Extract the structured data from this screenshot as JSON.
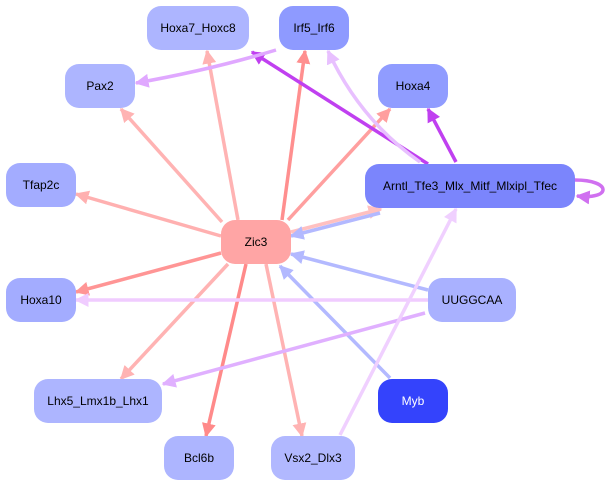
{
  "graph": {
    "type": "directed-network",
    "nodes": [
      {
        "id": "Zic3",
        "label": "Zic3",
        "fill": "#ffa5a5",
        "text_color": "#000000"
      },
      {
        "id": "Hoxa7_Hoxc8",
        "label": "Hoxa7_Hoxc8",
        "fill": "#adb5ff",
        "text_color": "#000000"
      },
      {
        "id": "Irf5_Irf6",
        "label": "Irf5_Irf6",
        "fill": "#8e9aff",
        "text_color": "#000000"
      },
      {
        "id": "Pax2",
        "label": "Pax2",
        "fill": "#adb5ff",
        "text_color": "#000000"
      },
      {
        "id": "Hoxa4",
        "label": "Hoxa4",
        "fill": "#909cff",
        "text_color": "#000000"
      },
      {
        "id": "Tfap2c",
        "label": "Tfap2c",
        "fill": "#a3acff",
        "text_color": "#000000"
      },
      {
        "id": "Arntl_Tfe3_Mlx_Mitf_Mlxipl_Tfec",
        "label": "Arntl_Tfe3_Mlx_Mitf_Mlxipl_Tfec",
        "fill": "#7b85fc",
        "text_color": "#000000"
      },
      {
        "id": "Hoxa10",
        "label": "Hoxa10",
        "fill": "#a3acff",
        "text_color": "#000000"
      },
      {
        "id": "UUGGCAA",
        "label": "UUGGCAA",
        "fill": "#a9b1ff",
        "text_color": "#000000"
      },
      {
        "id": "Lhx5_Lmx1b_Lhx1",
        "label": "Lhx5_Lmx1b_Lhx1",
        "fill": "#adb5ff",
        "text_color": "#000000"
      },
      {
        "id": "Myb",
        "label": "Myb",
        "fill": "#3443fc",
        "text_color": "#ffffff"
      },
      {
        "id": "Bcl6b",
        "label": "Bcl6b",
        "fill": "#adb5ff",
        "text_color": "#000000"
      },
      {
        "id": "Vsx2_Dlx3",
        "label": "Vsx2_Dlx3",
        "fill": "#b1b8ff",
        "text_color": "#000000"
      }
    ],
    "edges": [
      {
        "from": "Zic3",
        "to": "Hoxa7_Hoxc8",
        "color": "#ffb3b3"
      },
      {
        "from": "Zic3",
        "to": "Irf5_Irf6",
        "color": "#ff8f8f"
      },
      {
        "from": "Zic3",
        "to": "Pax2",
        "color": "#ffb3b3"
      },
      {
        "from": "Zic3",
        "to": "Hoxa4",
        "color": "#ff9f9f"
      },
      {
        "from": "Zic3",
        "to": "Tfap2c",
        "color": "#ffb0b0"
      },
      {
        "from": "Zic3",
        "to": "Arntl_Tfe3_Mlx_Mitf_Mlxipl_Tfec",
        "color": "#ffc0c0"
      },
      {
        "from": "Zic3",
        "to": "Hoxa10",
        "color": "#ff9595"
      },
      {
        "from": "Zic3",
        "to": "Lhx5_Lmx1b_Lhx1",
        "color": "#ffb3b3"
      },
      {
        "from": "Zic3",
        "to": "Bcl6b",
        "color": "#ff8a8a"
      },
      {
        "from": "Zic3",
        "to": "Vsx2_Dlx3",
        "color": "#ffb3b3"
      },
      {
        "from": "Arntl_Tfe3_Mlx_Mitf_Mlxipl_Tfec",
        "to": "Zic3",
        "color": "#b3b9ff"
      },
      {
        "from": "UUGGCAA",
        "to": "Zic3",
        "color": "#b3b9ff"
      },
      {
        "from": "Myb",
        "to": "Zic3",
        "color": "#b3b9ff"
      },
      {
        "from": "Arntl_Tfe3_Mlx_Mitf_Mlxipl_Tfec",
        "to": "Hoxa7_Hoxc8",
        "color": "#c040f0"
      },
      {
        "from": "Arntl_Tfe3_Mlx_Mitf_Mlxipl_Tfec",
        "to": "Hoxa4",
        "color": "#c040f0"
      },
      {
        "from": "Arntl_Tfe3_Mlx_Mitf_Mlxipl_Tfec",
        "to": "Irf5_Irf6",
        "color": "#e8c0ff"
      },
      {
        "from": "Arntl_Tfe3_Mlx_Mitf_Mlxipl_Tfec",
        "to": "Arntl_Tfe3_Mlx_Mitf_Mlxipl_Tfec",
        "color": "#d070f0"
      },
      {
        "from": "Irf5_Irf6",
        "to": "Pax2",
        "color": "#e0a8ff"
      },
      {
        "from": "UUGGCAA",
        "to": "Hoxa10",
        "color": "#f0ccff"
      },
      {
        "from": "UUGGCAA",
        "to": "Lhx5_Lmx1b_Lhx1",
        "color": "#e0b0ff"
      },
      {
        "from": "Vsx2_Dlx3",
        "to": "Arntl_Tfe3_Mlx_Mitf_Mlxipl_Tfec",
        "color": "#f0d0ff"
      }
    ]
  }
}
